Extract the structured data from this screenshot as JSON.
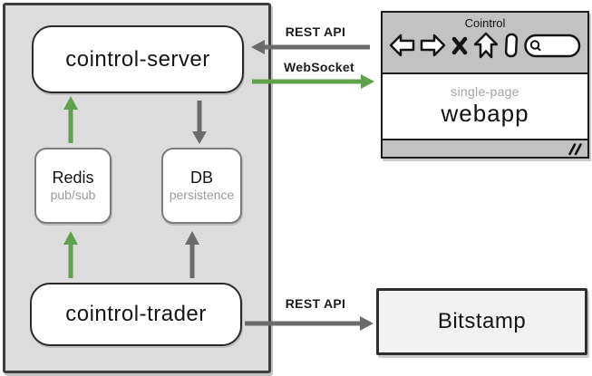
{
  "colors": {
    "arrow_green": "#5fa14c",
    "arrow_gray": "#6a6a6a",
    "backend_fill": "#dcdcdc",
    "chrome_fill": "#c2c2c2",
    "bitstamp_fill": "#f2f2f2"
  },
  "backend": {
    "server_label": "cointrol-server",
    "redis_title": "Redis",
    "redis_subtitle": "pub/sub",
    "db_title": "DB",
    "db_subtitle": "persistence",
    "trader_label": "cointrol-trader"
  },
  "browser": {
    "title": "Cointrol",
    "content_subtitle": "single-page",
    "content_title": "webapp",
    "icons": [
      "back-icon",
      "forward-icon",
      "close-icon",
      "home-icon",
      "page-icon",
      "search-icon"
    ]
  },
  "external": {
    "bitstamp_label": "Bitstamp"
  },
  "edges": {
    "rest_api_top_label": "REST API",
    "websocket_label": "WebSocket",
    "rest_api_bottom_label": "REST API"
  }
}
